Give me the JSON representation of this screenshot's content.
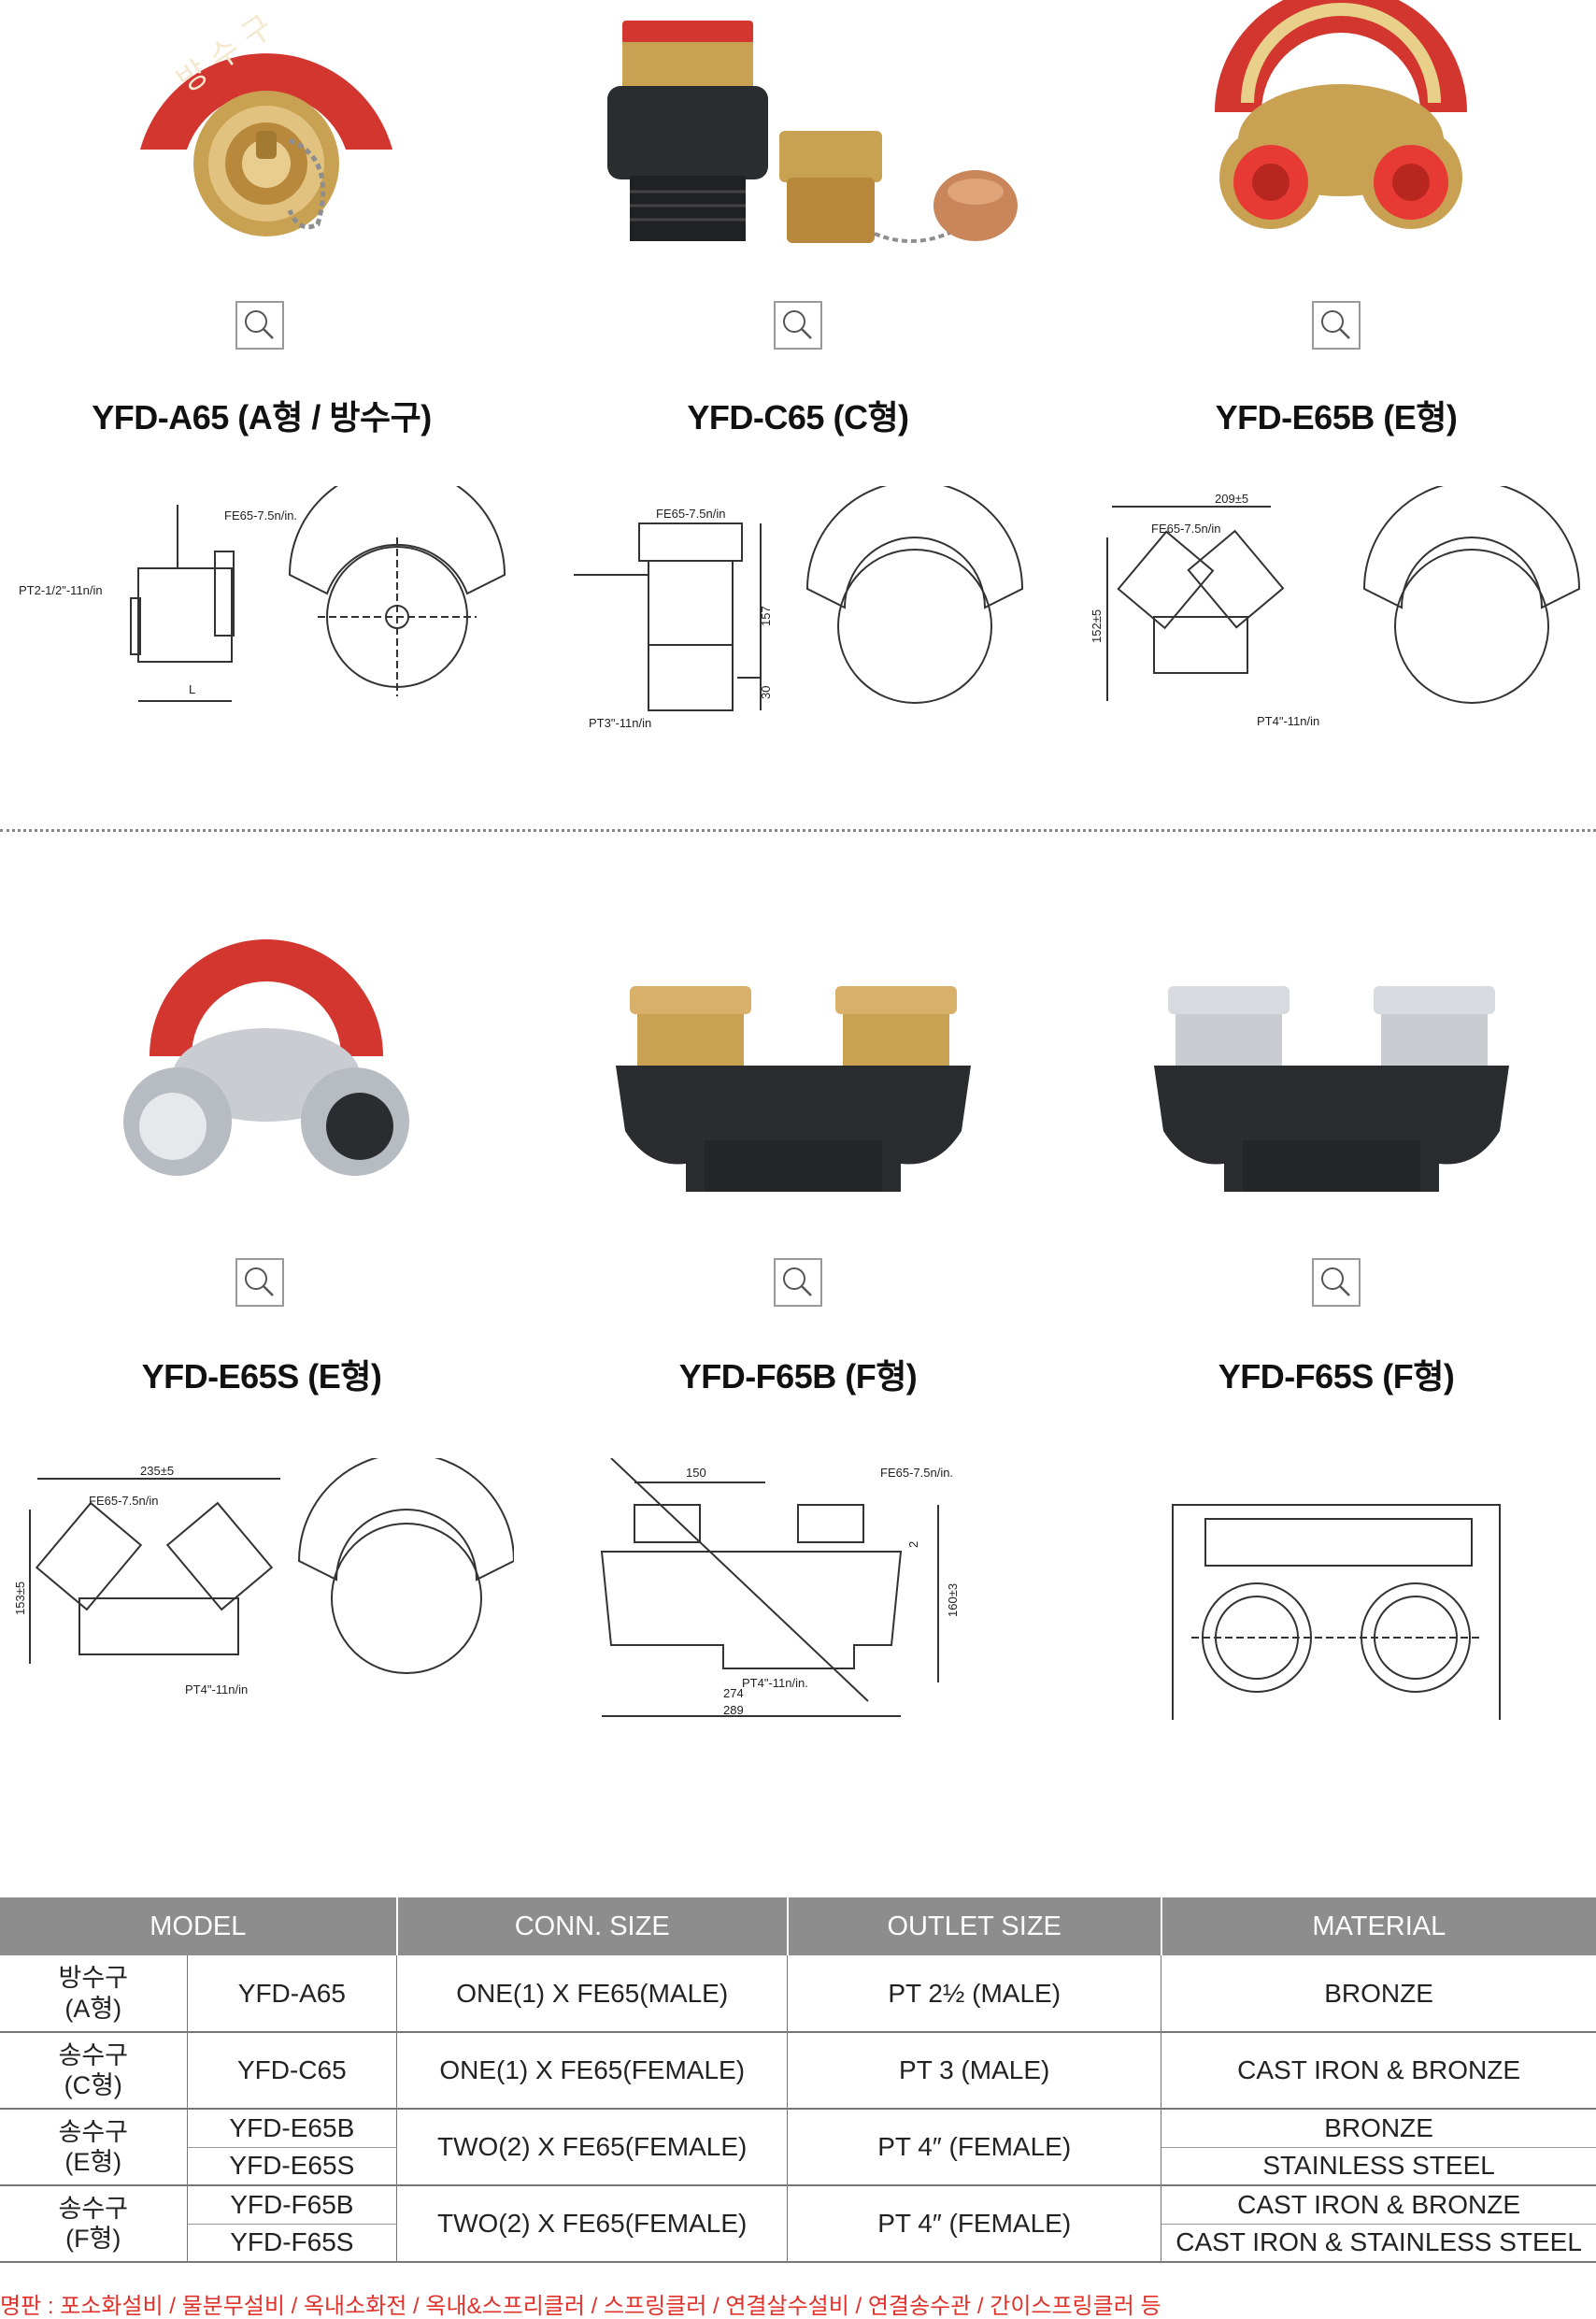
{
  "products": [
    {
      "title": "YFD-A65 (A형 / 방수구)",
      "nameplate_text": "방 수 구",
      "drawing_labels": [
        "FE65-7.5n/in.",
        "PT2-1/2\"-11n/in",
        "L"
      ]
    },
    {
      "title": "YFD-C65 (C형)",
      "nameplate_text": "",
      "drawing_labels": [
        "FE65-7.5n/in",
        "157",
        "30",
        "PT3\"-11n/in"
      ]
    },
    {
      "title": "YFD-E65B (E형)",
      "nameplate_text": "",
      "drawing_labels": [
        "209±5",
        "FE65-7.5n/in",
        "152±5",
        "PT4\"-11n/in"
      ]
    },
    {
      "title": "YFD-E65S (E형)",
      "nameplate_text": "",
      "drawing_labels": [
        "235±5",
        "FE65-7.5n/in",
        "153±5",
        "PT4\"-11n/in"
      ]
    },
    {
      "title": "YFD-F65B (F형)",
      "nameplate_text": "",
      "drawing_labels": [
        "150",
        "FE65-7.5n/in.",
        "2",
        "160±3",
        "PT4\"-11n/in.",
        "274",
        "289"
      ]
    },
    {
      "title": "YFD-F65S (F형)",
      "nameplate_text": "",
      "drawing_labels": []
    }
  ],
  "table": {
    "headers": [
      "MODEL",
      "CONN. SIZE",
      "OUTLET SIZE",
      "MATERIAL"
    ],
    "groups": [
      {
        "type": "방수구",
        "type_sub": "(A형)",
        "models": [
          "YFD-A65"
        ],
        "conn": "ONE(1) X FE65(MALE)",
        "outlet": "PT 2½ (MALE)",
        "materials": [
          "BRONZE"
        ]
      },
      {
        "type": "송수구",
        "type_sub": "(C형)",
        "models": [
          "YFD-C65"
        ],
        "conn": "ONE(1) X FE65(FEMALE)",
        "outlet": "PT 3 (MALE)",
        "materials": [
          "CAST IRON & BRONZE"
        ]
      },
      {
        "type": "송수구",
        "type_sub": "(E형)",
        "models": [
          "YFD-E65B",
          "YFD-E65S"
        ],
        "conn": "TWO(2) X FE65(FEMALE)",
        "outlet": "PT 4″ (FEMALE)",
        "materials": [
          "BRONZE",
          "STAINLESS STEEL"
        ]
      },
      {
        "type": "송수구",
        "type_sub": "(F형)",
        "models": [
          "YFD-F65B",
          "YFD-F65S"
        ],
        "conn": "TWO(2) X FE65(FEMALE)",
        "outlet": "PT 4″ (FEMALE)",
        "materials": [
          "CAST IRON & BRONZE",
          "CAST IRON & STAINLESS STEEL"
        ]
      }
    ]
  },
  "footer": "명판 : 포소화설비 / 물분무설비 / 옥내소화전 / 옥내&스프리클러 / 스프링클러 / 연결살수설비 / 연결송수관 / 간이스프링클러 등",
  "colors": {
    "nameplate_red": "#d2362f",
    "brass": "#c9a153",
    "cast_iron": "#2a2c30",
    "steel": "#c9ccd1",
    "header_gray": "#8d8d8d",
    "footer_red": "#e0322b"
  },
  "icons": {
    "zoom": "magnifier-icon"
  }
}
